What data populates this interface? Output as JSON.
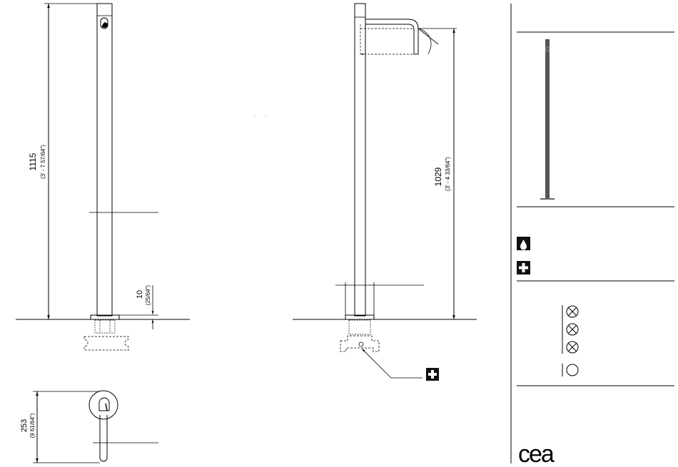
{
  "side_view": {
    "height_mm": "1115",
    "height_in": "(3' - 7 57/64\")",
    "base_mm": "10",
    "base_in": "(25/64\")"
  },
  "front_view": {
    "height_mm": "1029",
    "height_in": "(3' - 4 33/64\")"
  },
  "top_view": {
    "reach_mm": "253",
    "reach_in": "(9 61/64\")"
  },
  "icons": {
    "water": "water-drop-icon",
    "plus": "plus-icon"
  },
  "logo": "cea",
  "colors": {
    "line": "#000000",
    "icon_bg": "#111111",
    "product_fill": "#555555"
  }
}
